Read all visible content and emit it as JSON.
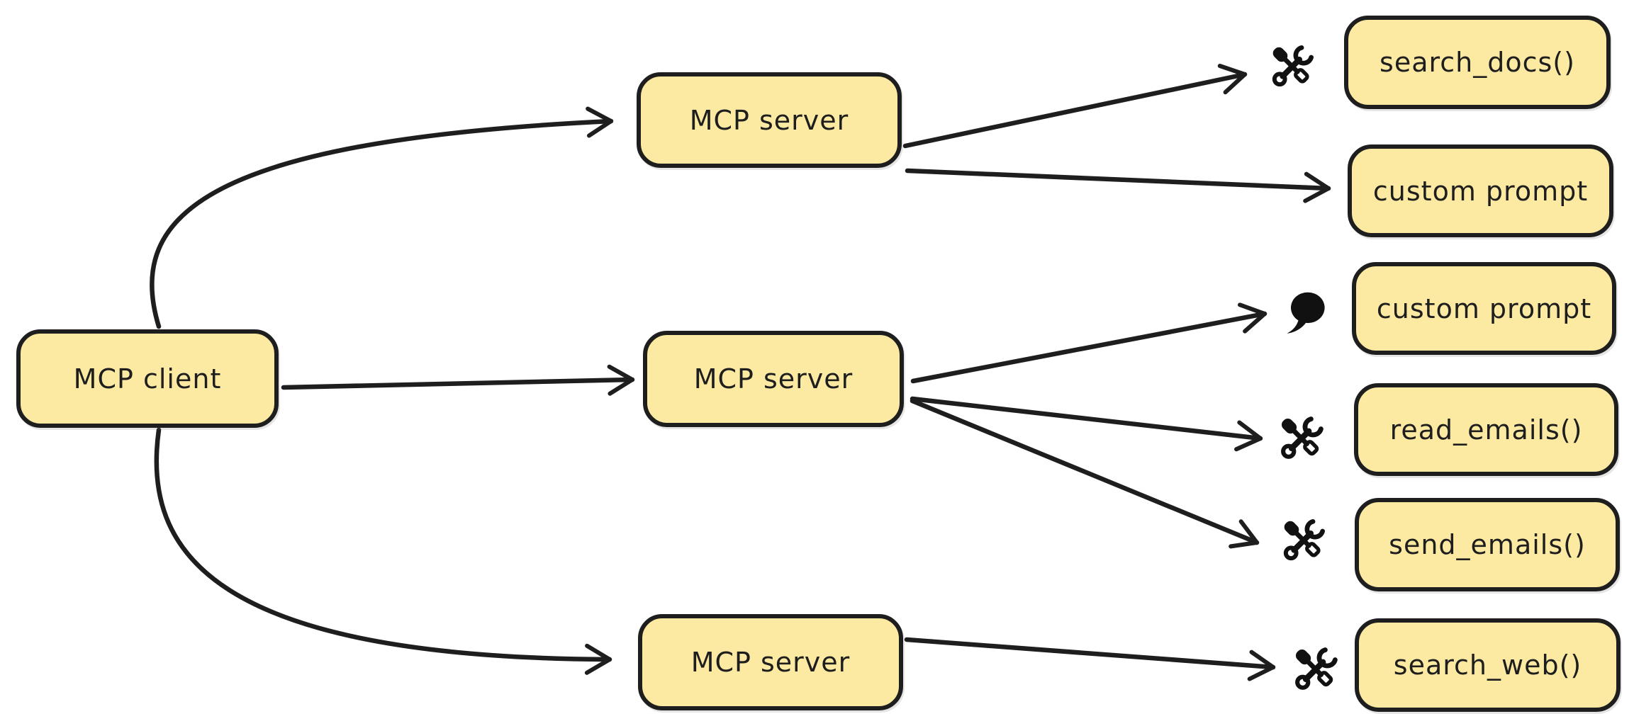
{
  "colors": {
    "background": "#ffffff",
    "node_fill": "#fce9a2",
    "stroke": "#1e1e1e",
    "icon_color": "#111111"
  },
  "nodes": {
    "client": {
      "label": "MCP client"
    },
    "server_top": {
      "label": "MCP server"
    },
    "server_mid": {
      "label": "MCP server"
    },
    "server_bottom": {
      "label": "MCP server"
    },
    "search_docs": {
      "label": "search_docs()"
    },
    "custom_prompt_top": {
      "label": "custom prompt"
    },
    "custom_prompt_mid": {
      "label": "custom prompt"
    },
    "read_emails": {
      "label": "read_emails()"
    },
    "send_emails": {
      "label": "send_emails()"
    },
    "search_web": {
      "label": "search_web()"
    }
  },
  "icons": [
    {
      "name": "tools-icon",
      "attached_to": "search_docs"
    },
    {
      "name": "speech-bubble-icon",
      "attached_to": "custom_prompt_mid"
    },
    {
      "name": "tools-icon",
      "attached_to": "read_emails"
    },
    {
      "name": "tools-icon",
      "attached_to": "send_emails"
    },
    {
      "name": "tools-icon",
      "attached_to": "search_web"
    }
  ],
  "edges": [
    {
      "from": "MCP client",
      "to": "MCP server (top)"
    },
    {
      "from": "MCP client",
      "to": "MCP server (middle)"
    },
    {
      "from": "MCP client",
      "to": "MCP server (bottom)"
    },
    {
      "from": "MCP server (top)",
      "to": "search_docs()"
    },
    {
      "from": "MCP server (top)",
      "to": "custom prompt (top)"
    },
    {
      "from": "MCP server (middle)",
      "to": "custom prompt (middle)"
    },
    {
      "from": "MCP server (middle)",
      "to": "read_emails()"
    },
    {
      "from": "MCP server (middle)",
      "to": "send_emails()"
    },
    {
      "from": "MCP server (bottom)",
      "to": "search_web()"
    }
  ]
}
